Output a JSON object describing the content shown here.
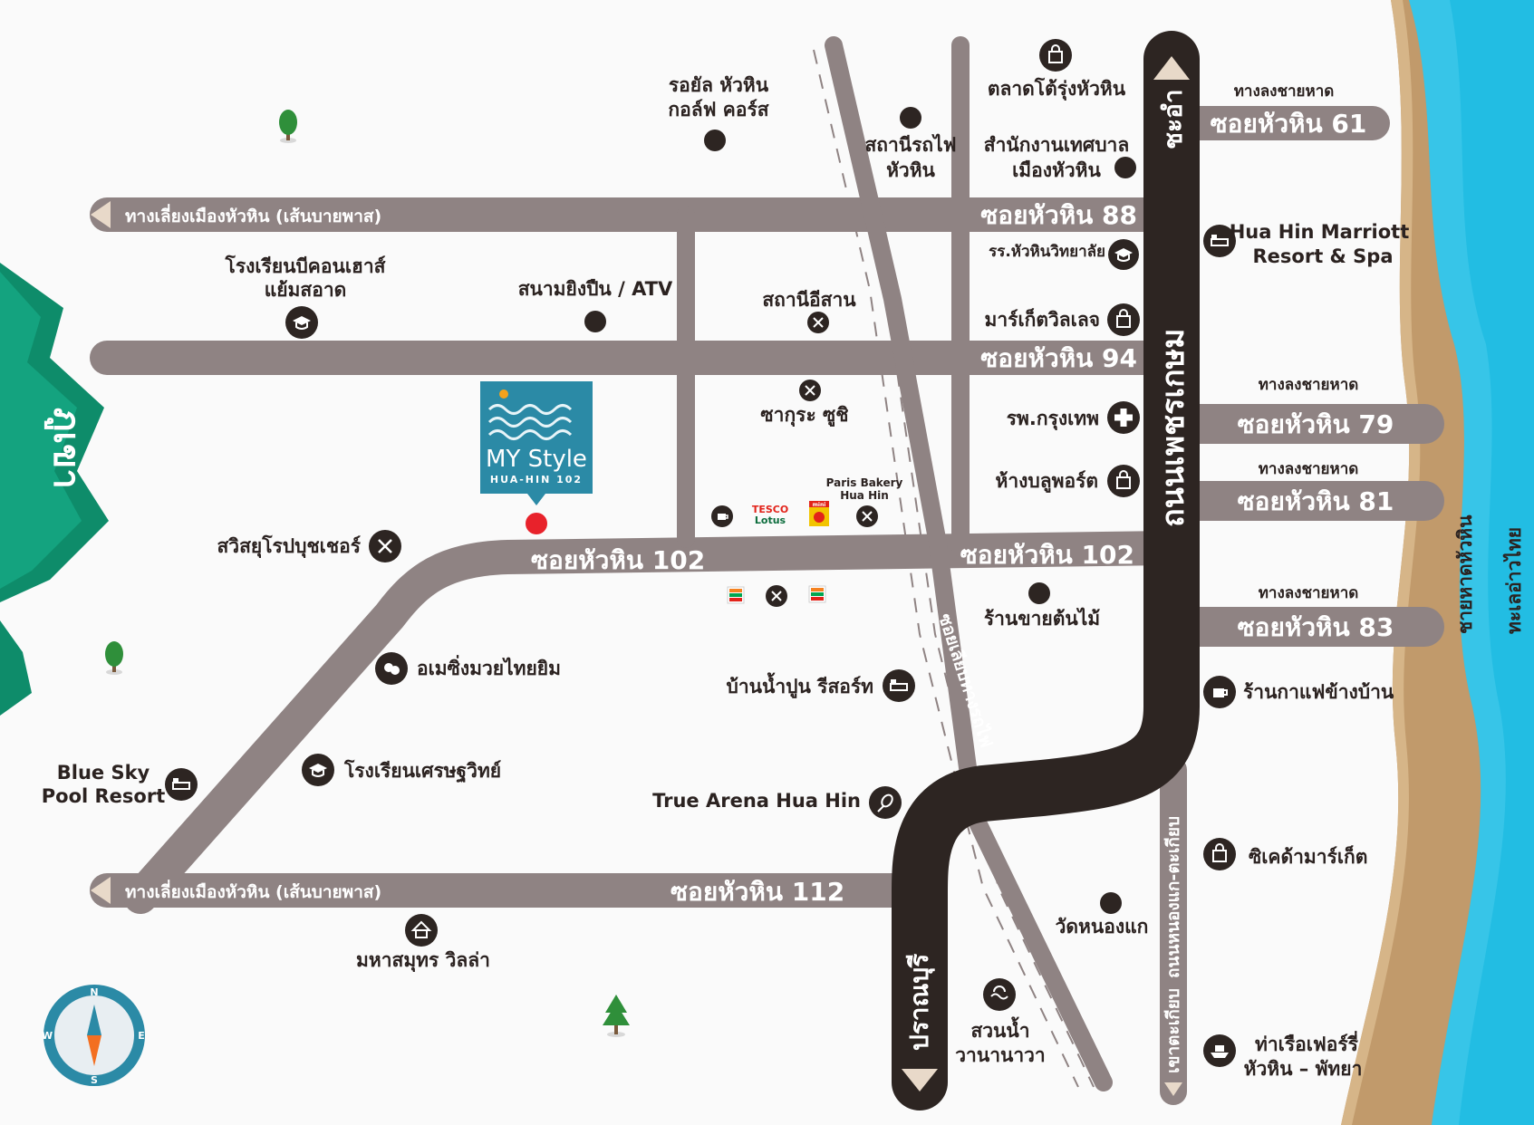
{
  "colors": {
    "road": "#8f8383",
    "main_road": "#2d2522",
    "sea": "#22bde3",
    "sand": "#c19a6b",
    "mountain": "#14a37f",
    "pin": "#e8222b",
    "logo_bg": "#2b8aa6",
    "poi": "#2d2522"
  },
  "main_road": {
    "name": "ถนนเพชรเกษม",
    "north_to": "ชะอำ",
    "south_to": "ปราณบุรี"
  },
  "roads": {
    "bypass_north": "ทางเลี่ยงเมืองหัวหิน (เส้นบายพาส)",
    "bypass_south": "ทางเลี่ยงเมืองหัวหิน (เส้นบายพาส)",
    "soi_88": "ซอยหัวหิน 88",
    "soi_94": "ซอยหัวหิน 94",
    "soi_102_left": "ซอยหัวหิน 102",
    "soi_102_right": "ซอยหัวหิน 102",
    "soi_112": "ซอยหัวหิน 112",
    "rail_road": "ซอยเลียบทางรถไฟ",
    "nong_kae_road": "ถนนหนองแก-ตะเกียบ",
    "khao_takiap": "เขาตะเกียบ"
  },
  "beach_sois": [
    {
      "heading": "ทางลงชายหาด",
      "name": "ซอยหัวหิน 61"
    },
    {
      "heading": "ทางลงชายหาด",
      "name": "ซอยหัวหิน 79"
    },
    {
      "heading": "ทางลงชายหาด",
      "name": "ซอยหัวหิน 81"
    },
    {
      "heading": "ทางลงชายหาด",
      "name": "ซอยหัวหิน 83"
    }
  ],
  "areas": {
    "mountain": "ภูเขา",
    "beach": "ชายหาดหัวหิน",
    "sea": "ทะเลอ่าวไทย"
  },
  "project": {
    "brand": "MY Style",
    "sub": "HUA-HIN 102"
  },
  "compass": {
    "n": "N",
    "s": "S",
    "e": "E",
    "w": "W"
  },
  "brands": {
    "tesco_1": "TESCO",
    "tesco_2": "Lotus",
    "mini": "mini",
    "paris_1": "Paris Bakery",
    "paris_2": "Hua Hin"
  },
  "places": {
    "royal_golf_1": "รอยัล หัวหิน",
    "royal_golf_2": "กอล์ฟ คอร์ส",
    "railway_1": "สถานีรถไฟ",
    "railway_2": "หัวหิน",
    "chatchai_market": "ตลาดโต้รุ่งหัวหิน",
    "municipal_1": "สำนักงานเทศบาล",
    "municipal_2": "เมืองหัวหิน",
    "marriott_1": "Hua Hin Marriott",
    "marriott_2": "Resort & Spa",
    "hua_hin_school": "รร.หัวหินวิทยาลัย",
    "market_village": "มาร์เก็ตวิลเลจ",
    "beaconhouse_1": "โรงเรียนบีคอนเฮาส์",
    "beaconhouse_2": "แย้มสอาด",
    "shooting_range": "สนามยิงปืน / ATV",
    "isan_station": "สถานีอีสาน",
    "sakura_sushi": "ซากุระ ซูชิ",
    "bangkok_hospital": "รพ.กรุงเทพ",
    "bluport": "ห้างบลูพอร์ต",
    "swiss_butcher": "สวิสยุโรปบุชเชอร์",
    "plant_shop": "ร้านขายต้นไม้",
    "amazing_muay_thai": "อเมซิ่งมวยไทยยิม",
    "coffee_shop": "ร้านกาแฟข้างบ้าน",
    "baan_nam_poon": "บ้านน้ำปูน รีสอร์ท",
    "setthawit_school": "โรงเรียนเศรษฐวิทย์",
    "blue_sky_1": "Blue Sky",
    "blue_sky_2": "Pool Resort",
    "true_arena": "True Arena Hua Hin",
    "cicada_market": "ซิเคด้ามาร์เก็ต",
    "maha_samut": "มหาสมุทร วิลล่า",
    "wat_nong_kae": "วัดหนองแก",
    "vana_nava_1": "สวนน้ำ",
    "vana_nava_2": "วานานาวา",
    "ferry_1": "ท่าเรือเฟอร์รี่",
    "ferry_2": "หัวหิน – พัทยา"
  }
}
